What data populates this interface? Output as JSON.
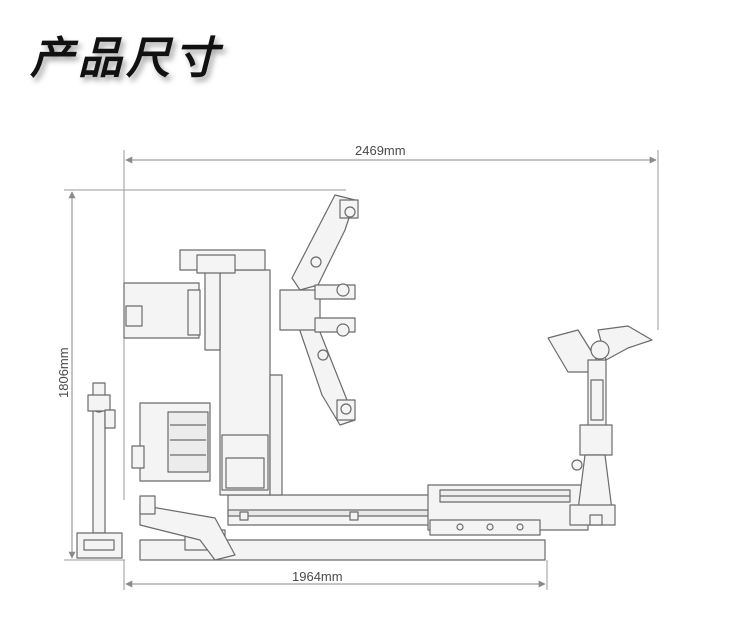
{
  "title": "产品尺寸",
  "dimensions": {
    "overall_width": "2469mm",
    "height": "1806mm",
    "base_length": "1964mm"
  },
  "colors": {
    "line": "#6b6b6b",
    "dim_line": "#8a8a8a",
    "fill": "#f4f4f4"
  }
}
